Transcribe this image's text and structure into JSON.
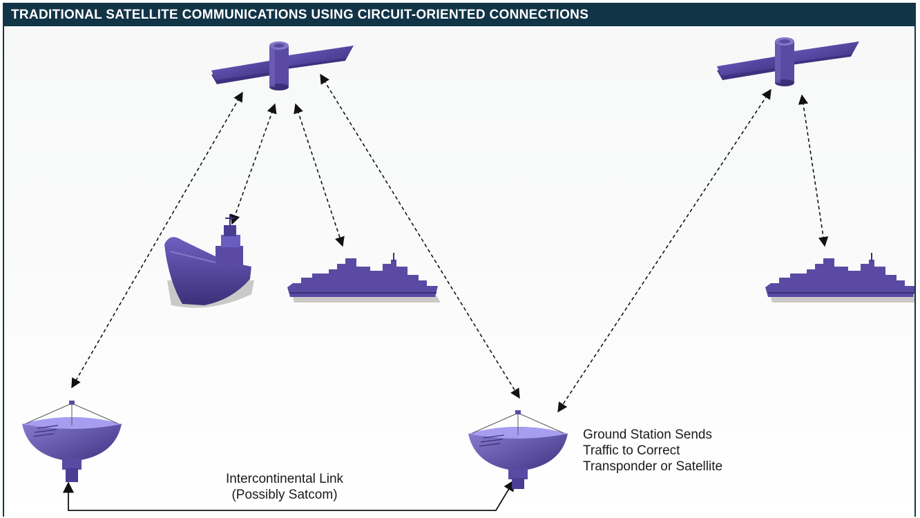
{
  "title": "TRADITIONAL SATELLITE COMMUNICATIONS USING CIRCUIT-ORIENTED CONNECTIONS",
  "ground_station_caption": {
    "line1": "Ground Station Sends",
    "line2": "Traffic to Correct",
    "line3": "Transponder or Satellite"
  },
  "link_caption": {
    "line1": "Intercontinental Link",
    "line2": "(Possibly Satcom)"
  },
  "colors": {
    "title_bar": "#123447",
    "hardware": "#5a4aa3",
    "hardware_light": "#8478c9",
    "hardware_dark": "#3b2f78",
    "shadow": "#b7b3b0"
  },
  "nodes": [
    {
      "id": "satellite-1",
      "type": "satellite"
    },
    {
      "id": "satellite-2",
      "type": "satellite"
    },
    {
      "id": "cargo-ship",
      "type": "ship"
    },
    {
      "id": "warship-1",
      "type": "ship"
    },
    {
      "id": "warship-2",
      "type": "ship"
    },
    {
      "id": "ground-station-1",
      "type": "dish"
    },
    {
      "id": "ground-station-2",
      "type": "dish"
    }
  ],
  "links": [
    {
      "from": "satellite-1",
      "to": "ground-station-1",
      "style": "dashed",
      "arrows": "both"
    },
    {
      "from": "satellite-1",
      "to": "cargo-ship",
      "style": "dashed",
      "arrows": "both"
    },
    {
      "from": "satellite-1",
      "to": "warship-1",
      "style": "dashed",
      "arrows": "both"
    },
    {
      "from": "satellite-1",
      "to": "ground-station-2",
      "style": "dashed",
      "arrows": "both"
    },
    {
      "from": "satellite-2",
      "to": "ground-station-2",
      "style": "dashed",
      "arrows": "both"
    },
    {
      "from": "satellite-2",
      "to": "warship-2",
      "style": "dashed",
      "arrows": "both"
    },
    {
      "from": "ground-station-1",
      "to": "ground-station-2",
      "style": "solid",
      "arrows": "both"
    }
  ]
}
